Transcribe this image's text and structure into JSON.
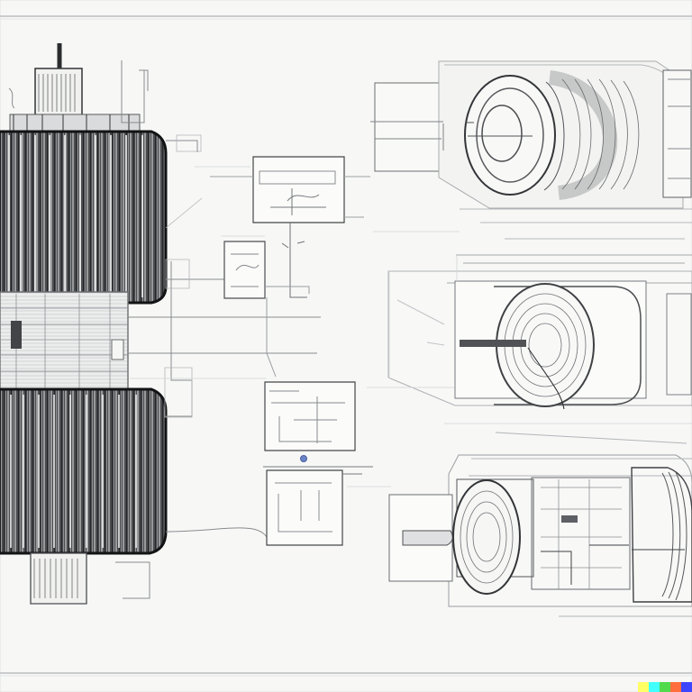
{
  "colors": {
    "paper": "#f7f7f6",
    "ink": "#2f3033",
    "ink_dark": "#171819",
    "ink_mid": "#777a7d",
    "ink_light": "#b9bcbf",
    "frame": "#cfd1d3"
  },
  "drawing": {
    "views": [
      "stator-assembly",
      "control-schematic",
      "motor-side-view-top",
      "motor-side-view-middle",
      "motor-side-view-bottom"
    ]
  },
  "watermark": {
    "colors": [
      "#ffff66",
      "#42ffff",
      "#51da4c",
      "#ff6e3c",
      "#3c46ff"
    ]
  }
}
